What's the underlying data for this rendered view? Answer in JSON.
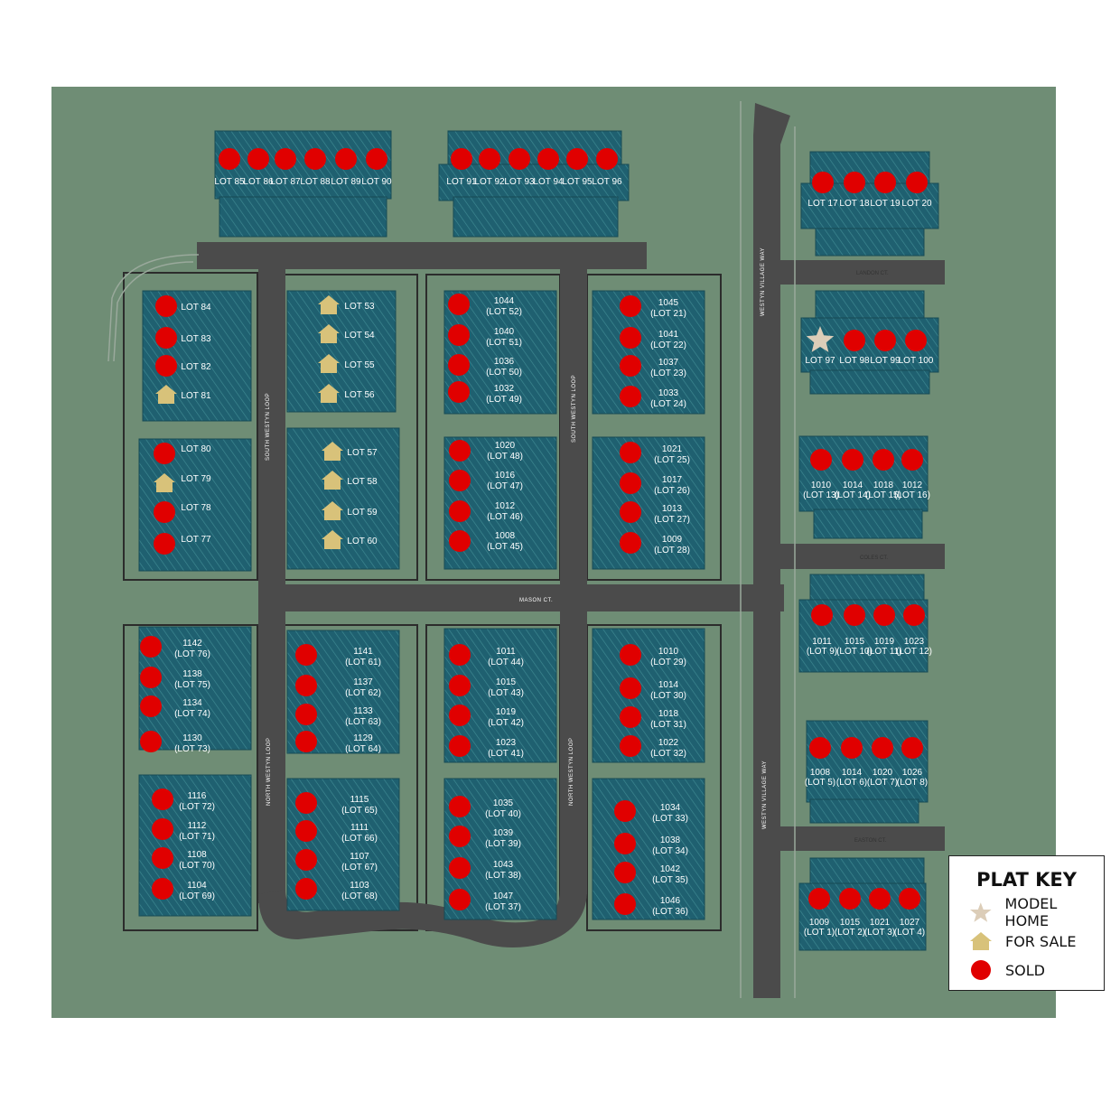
{
  "streets": {
    "landon": "LANDON CT.",
    "coles": "COLES CT.",
    "easton": "EASTON CT.",
    "mason": "MASON CT.",
    "westyn_village_upper": "WESTYN VILLAGE WAY",
    "westyn_village_lower": "WESTYN VILLAGE WAY",
    "south_westyn_loop_left": "SOUTH WESTYN LOOP",
    "south_westyn_loop_right": "SOUTH WESTYN LOOP",
    "north_westyn_loop_left": "NORTH WESTYN LOOP",
    "north_westyn_loop_right": "NORTH WESTYN LOOP"
  },
  "colors": {
    "background": "#6f8d75",
    "lot": "#1f6070",
    "road": "#4d4d4d",
    "sold": "#e00000",
    "for_sale": "#d8c27a",
    "model_home": "#dccdb8"
  },
  "lots": [
    {
      "l1": "LOT 85",
      "status": "sold"
    },
    {
      "l1": "LOT 86",
      "status": "sold"
    },
    {
      "l1": "LOT 87",
      "status": "sold"
    },
    {
      "l1": "LOT 88",
      "status": "sold"
    },
    {
      "l1": "LOT 89",
      "status": "sold"
    },
    {
      "l1": "LOT 90",
      "status": "sold"
    },
    {
      "l1": "LOT 91",
      "status": "sold"
    },
    {
      "l1": "LOT 92",
      "status": "sold"
    },
    {
      "l1": "LOT 93",
      "status": "sold"
    },
    {
      "l1": "LOT 94",
      "status": "sold"
    },
    {
      "l1": "LOT 95",
      "status": "sold"
    },
    {
      "l1": "LOT 96",
      "status": "sold"
    },
    {
      "l1": "LOT 17",
      "status": "sold"
    },
    {
      "l1": "LOT 18",
      "status": "sold"
    },
    {
      "l1": "LOT 19",
      "status": "sold"
    },
    {
      "l1": "LOT 20",
      "status": "sold"
    },
    {
      "l1": "LOT 84",
      "status": "sold"
    },
    {
      "l1": "LOT 83",
      "status": "sold"
    },
    {
      "l1": "LOT 82",
      "status": "sold"
    },
    {
      "l1": "LOT 81",
      "status": "for_sale"
    },
    {
      "l1": "LOT 80",
      "status": "sold"
    },
    {
      "l1": "LOT 79",
      "status": "for_sale"
    },
    {
      "l1": "LOT 78",
      "status": "sold"
    },
    {
      "l1": "LOT 77",
      "status": "sold"
    },
    {
      "l1": "LOT 53",
      "status": "for_sale"
    },
    {
      "l1": "LOT 54",
      "status": "for_sale"
    },
    {
      "l1": "LOT 55",
      "status": "for_sale"
    },
    {
      "l1": "LOT 56",
      "status": "for_sale"
    },
    {
      "l1": "LOT 57",
      "status": "for_sale"
    },
    {
      "l1": "LOT 58",
      "status": "for_sale"
    },
    {
      "l1": "LOT 59",
      "status": "for_sale"
    },
    {
      "l1": "LOT 60",
      "status": "for_sale"
    },
    {
      "l1": "1044",
      "l2": "(LOT 52)",
      "status": "sold"
    },
    {
      "l1": "1040",
      "l2": "(LOT 51)",
      "status": "sold"
    },
    {
      "l1": "1036",
      "l2": "(LOT 50)",
      "status": "sold"
    },
    {
      "l1": "1032",
      "l2": "(LOT 49)",
      "status": "sold"
    },
    {
      "l1": "1020",
      "l2": "(LOT 48)",
      "status": "sold"
    },
    {
      "l1": "1016",
      "l2": "(LOT 47)",
      "status": "sold"
    },
    {
      "l1": "1012",
      "l2": "(LOT 46)",
      "status": "sold"
    },
    {
      "l1": "1008",
      "l2": "(LOT 45)",
      "status": "sold"
    },
    {
      "l1": "1045",
      "l2": "(LOT 21)",
      "status": "sold"
    },
    {
      "l1": "1041",
      "l2": "(LOT 22)",
      "status": "sold"
    },
    {
      "l1": "1037",
      "l2": "(LOT 23)",
      "status": "sold"
    },
    {
      "l1": "1033",
      "l2": "(LOT 24)",
      "status": "sold"
    },
    {
      "l1": "1021",
      "l2": "(LOT 25)",
      "status": "sold"
    },
    {
      "l1": "1017",
      "l2": "(LOT 26)",
      "status": "sold"
    },
    {
      "l1": "1013",
      "l2": "(LOT 27)",
      "status": "sold"
    },
    {
      "l1": "1009",
      "l2": "(LOT 28)",
      "status": "sold"
    },
    {
      "l1": "LOT 97",
      "status": "model"
    },
    {
      "l1": "LOT 98",
      "status": "sold"
    },
    {
      "l1": "LOT 99",
      "status": "sold"
    },
    {
      "l1": "LOT 100",
      "status": "sold"
    },
    {
      "l1": "1010",
      "l2": "(LOT 13)",
      "status": "sold"
    },
    {
      "l1": "1014",
      "l2": "(LOT 14)",
      "status": "sold"
    },
    {
      "l1": "1018",
      "l2": "(LOT 15)",
      "status": "sold"
    },
    {
      "l1": "1012",
      "l2": "(LOT 16)",
      "status": "sold"
    },
    {
      "l1": "1011",
      "l2": "(LOT 9)",
      "status": "sold"
    },
    {
      "l1": "1015",
      "l2": "(LOT 10)",
      "status": "sold"
    },
    {
      "l1": "1019",
      "l2": "(LOT 11)",
      "status": "sold"
    },
    {
      "l1": "1023",
      "l2": "(LOT 12)",
      "status": "sold"
    },
    {
      "l1": "1008",
      "l2": "(LOT 5)",
      "status": "sold"
    },
    {
      "l1": "1014",
      "l2": "(LOT 6)",
      "status": "sold"
    },
    {
      "l1": "1020",
      "l2": "(LOT 7)",
      "status": "sold"
    },
    {
      "l1": "1026",
      "l2": "(LOT 8)",
      "status": "sold"
    },
    {
      "l1": "1009",
      "l2": "(LOT 1)",
      "status": "sold"
    },
    {
      "l1": "1015",
      "l2": "(LOT 2)",
      "status": "sold"
    },
    {
      "l1": "1021",
      "l2": "(LOT 3)",
      "status": "sold"
    },
    {
      "l1": "1027",
      "l2": "(LOT 4)",
      "status": "sold"
    },
    {
      "l1": "1142",
      "l2": "(LOT 76)",
      "status": "sold"
    },
    {
      "l1": "1138",
      "l2": "(LOT 75)",
      "status": "sold"
    },
    {
      "l1": "1134",
      "l2": "(LOT 74)",
      "status": "sold"
    },
    {
      "l1": "1130",
      "l2": "(LOT 73)",
      "status": "sold"
    },
    {
      "l1": "1116",
      "l2": "(LOT 72)",
      "status": "sold"
    },
    {
      "l1": "1112",
      "l2": "(LOT 71)",
      "status": "sold"
    },
    {
      "l1": "1108",
      "l2": "(LOT 70)",
      "status": "sold"
    },
    {
      "l1": "1104",
      "l2": "(LOT 69)",
      "status": "sold"
    },
    {
      "l1": "1141",
      "l2": "(LOT 61)",
      "status": "sold"
    },
    {
      "l1": "1137",
      "l2": "(LOT 62)",
      "status": "sold"
    },
    {
      "l1": "1133",
      "l2": "(LOT 63)",
      "status": "sold"
    },
    {
      "l1": "1129",
      "l2": "(LOT 64)",
      "status": "sold"
    },
    {
      "l1": "1115",
      "l2": "(LOT 65)",
      "status": "sold"
    },
    {
      "l1": "1111",
      "l2": "(LOT 66)",
      "status": "sold"
    },
    {
      "l1": "1107",
      "l2": "(LOT 67)",
      "status": "sold"
    },
    {
      "l1": "1103",
      "l2": "(LOT 68)",
      "status": "sold"
    },
    {
      "l1": "1011",
      "l2": "(LOT 44)",
      "status": "sold"
    },
    {
      "l1": "1015",
      "l2": "(LOT 43)",
      "status": "sold"
    },
    {
      "l1": "1019",
      "l2": "(LOT 42)",
      "status": "sold"
    },
    {
      "l1": "1023",
      "l2": "(LOT 41)",
      "status": "sold"
    },
    {
      "l1": "1035",
      "l2": "(LOT 40)",
      "status": "sold"
    },
    {
      "l1": "1039",
      "l2": "(LOT 39)",
      "status": "sold"
    },
    {
      "l1": "1043",
      "l2": "(LOT 38)",
      "status": "sold"
    },
    {
      "l1": "1047",
      "l2": "(LOT 37)",
      "status": "sold"
    },
    {
      "l1": "1010",
      "l2": "(LOT 29)",
      "status": "sold"
    },
    {
      "l1": "1014",
      "l2": "(LOT 30)",
      "status": "sold"
    },
    {
      "l1": "1018",
      "l2": "(LOT 31)",
      "status": "sold"
    },
    {
      "l1": "1022",
      "l2": "(LOT 32)",
      "status": "sold"
    },
    {
      "l1": "1034",
      "l2": "(LOT 33)",
      "status": "sold"
    },
    {
      "l1": "1038",
      "l2": "(LOT 34)",
      "status": "sold"
    },
    {
      "l1": "1042",
      "l2": "(LOT 35)",
      "status": "sold"
    },
    {
      "l1": "1046",
      "l2": "(LOT 36)",
      "status": "sold"
    }
  ],
  "key": {
    "title": "PLAT KEY",
    "model_home": "MODEL HOME",
    "for_sale": "FOR SALE",
    "sold": "SOLD",
    "model_icon": "star-icon",
    "for_sale_icon": "house-icon",
    "sold_icon": "red-circle-icon"
  }
}
